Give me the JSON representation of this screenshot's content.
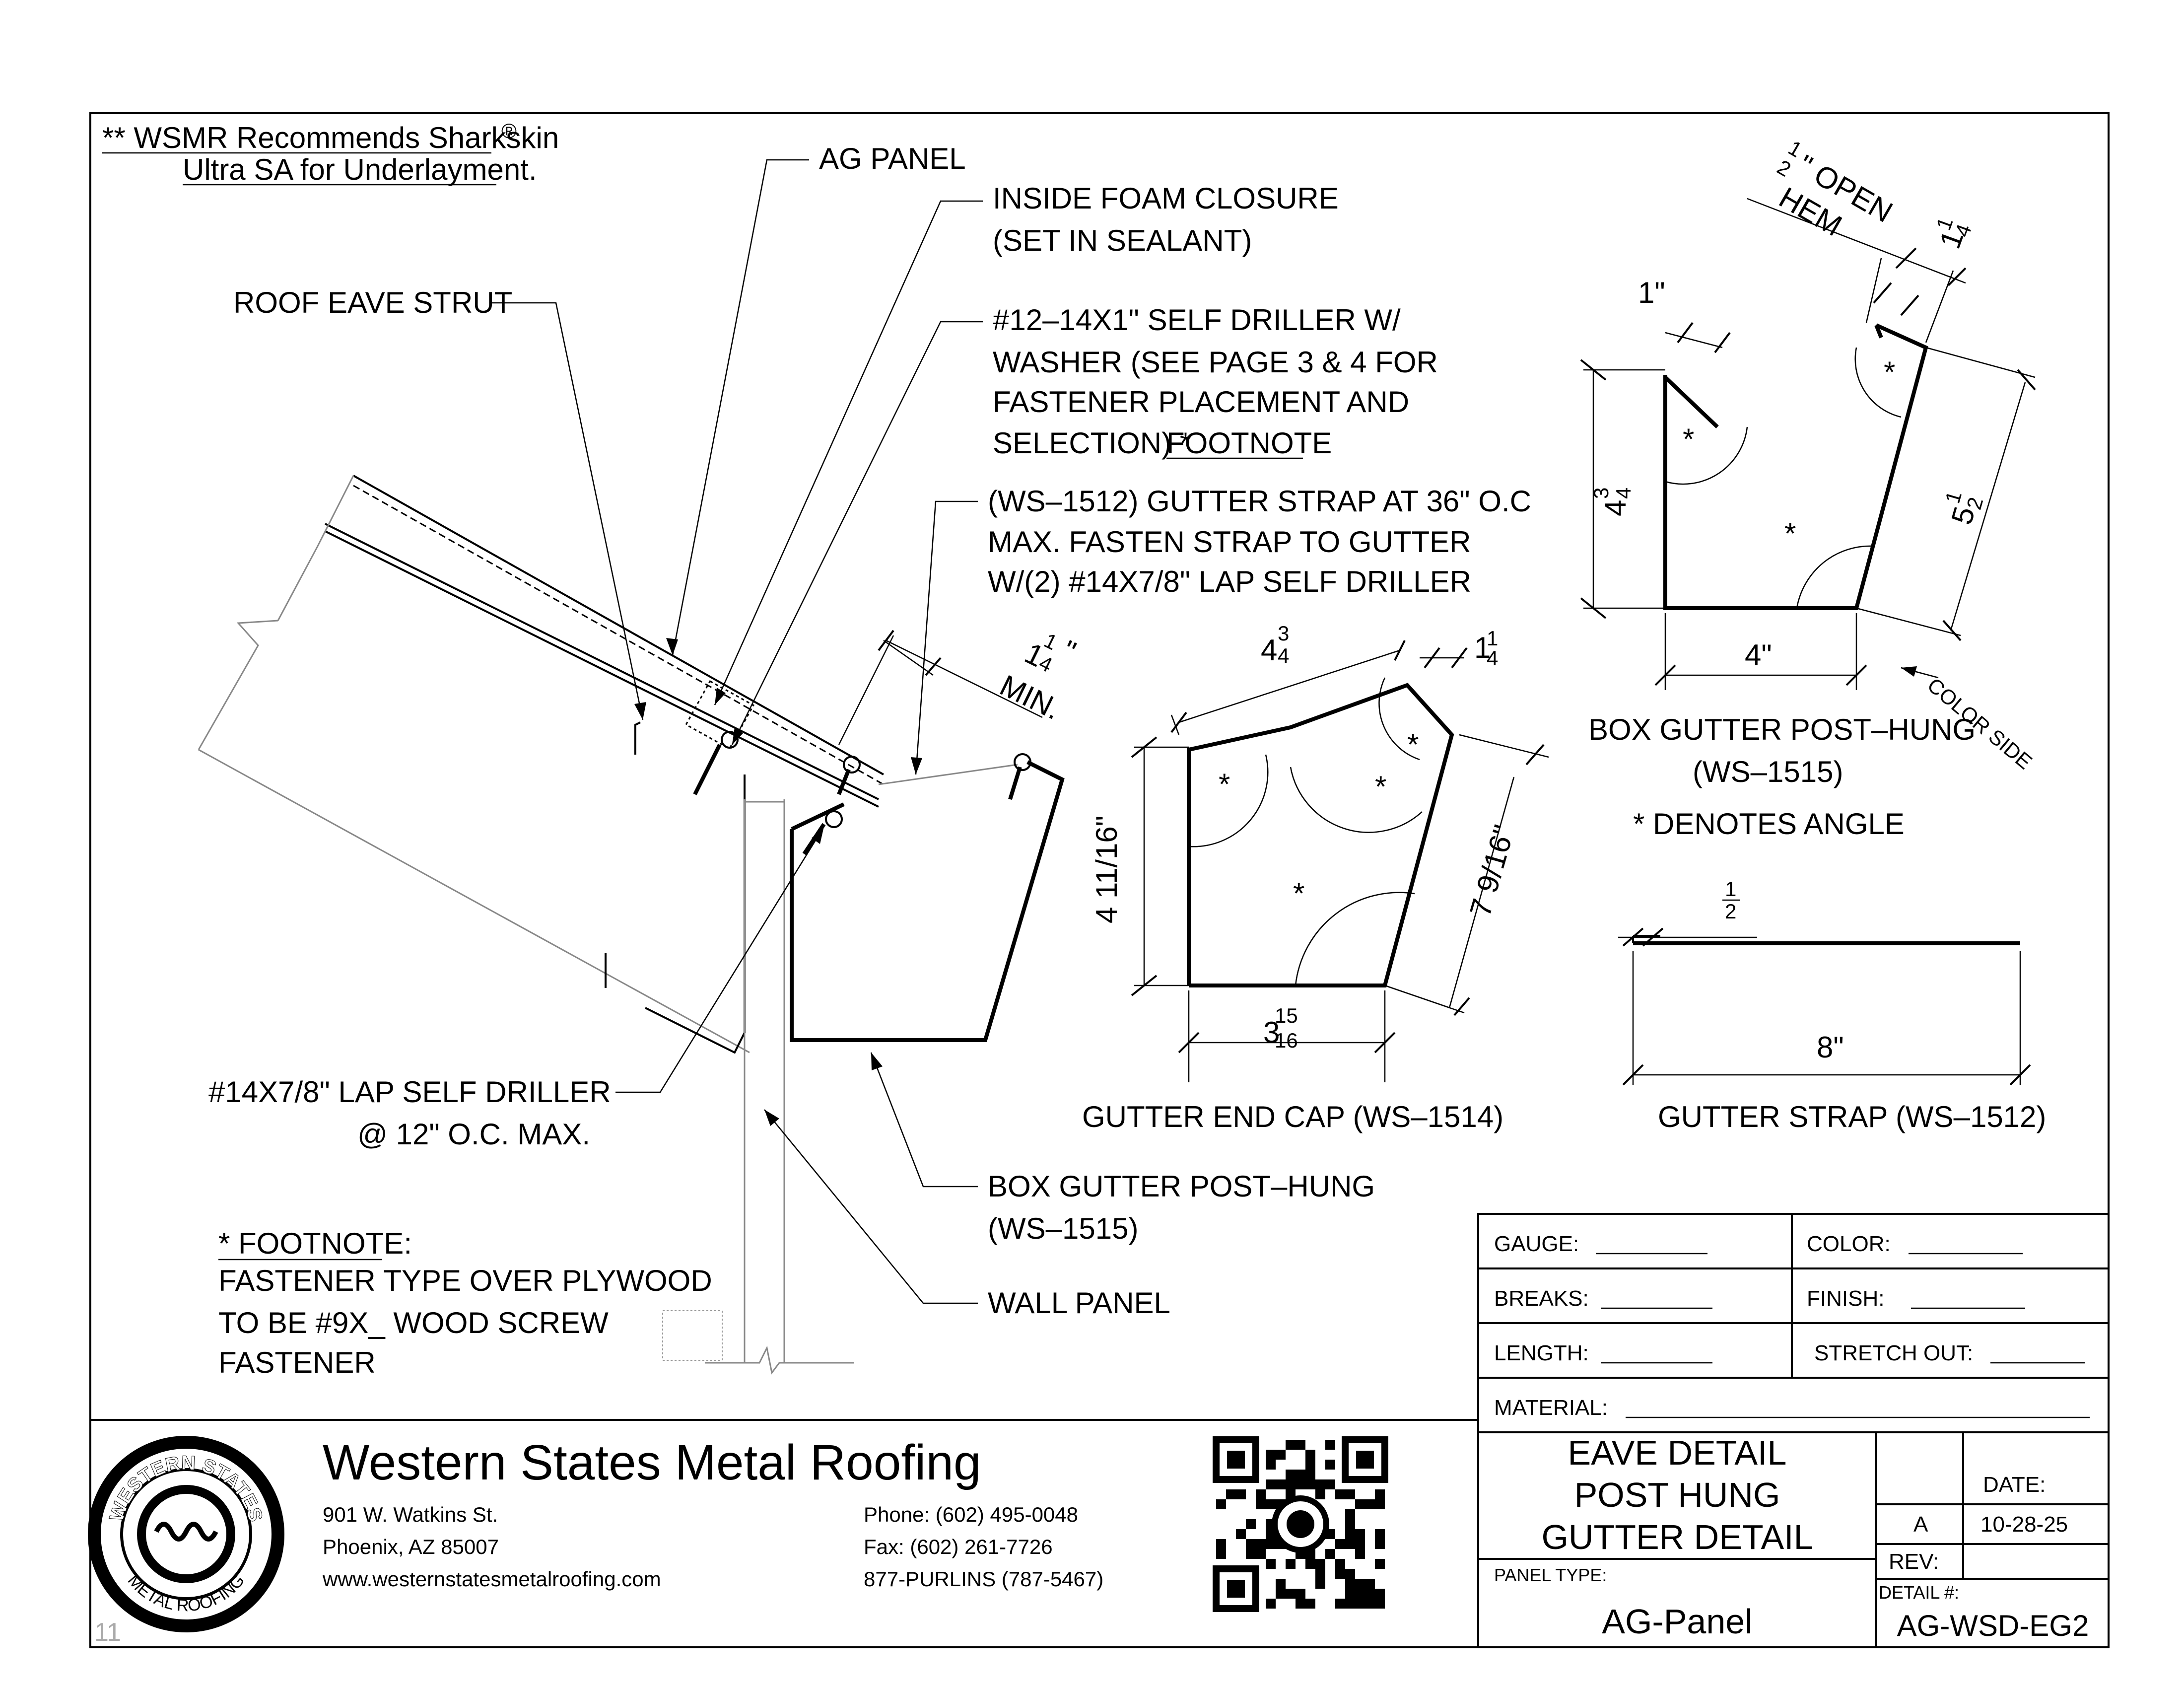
{
  "note": {
    "line1": "** WSMR Recommends Sharkskin",
    "reg": "®",
    "line2": "Ultra SA for Underlayment."
  },
  "eave_labels": {
    "ag_panel": "AG PANEL",
    "foam1": "INSIDE FOAM CLOSURE",
    "foam2": "(SET IN SEALANT)",
    "strut": "ROOF EAVE STRUT",
    "driller1": "#12–14X1\" SELF DRILLER W/",
    "driller2": "WASHER (SEE PAGE 3 & 4 FOR",
    "driller3": "FASTENER PLACEMENT AND",
    "driller4": "SELECTION) *",
    "driller4u": "FOOTNOTE",
    "strap1": "(WS–1512) GUTTER STRAP AT 36\" O.C",
    "strap2": "MAX. FASTEN STRAP TO GUTTER",
    "strap3": "W/(2) #14X7/8\" LAP SELF DRILLER",
    "min_dim_num": "1",
    "min_dim_frac_n": "1",
    "min_dim_frac_d": "4",
    "min_dim_unit": "\"",
    "min_label": "MIN.",
    "lap1": "#14X7/8\" LAP SELF DRILLER",
    "lap2": "@ 12\" O.C. MAX.",
    "box1": "BOX GUTTER POST–HUNG",
    "box2": "(WS–1515)",
    "wall": "WALL PANEL"
  },
  "footnote": {
    "title": "* FOOTNOTE:",
    "line1": "FASTENER TYPE OVER PLYWOOD",
    "line2": "TO BE #9X_ WOOD SCREW",
    "line3": "FASTENER"
  },
  "end_cap": {
    "top": "4",
    "top_n": "3",
    "top_d": "4",
    "right_top": "1",
    "right_top_n": "1",
    "right_top_d": "4",
    "left": "4 11/16\"",
    "right": "7 9/16\"",
    "bottom": "3",
    "bottom_n": "15",
    "bottom_d": "16",
    "star": "*",
    "label": "GUTTER END CAP (WS–1514)"
  },
  "box_gutter": {
    "hem_n": "1",
    "hem_d": "2",
    "hem_1": "\" OPEN",
    "hem_2": "HEM",
    "top_right": "1",
    "top_right_n": "1",
    "top_right_d": "4",
    "one": "1\"",
    "left": "4",
    "left_n": "3",
    "left_d": "4",
    "right": "5",
    "right_n": "1",
    "right_d": "2",
    "bottom": "4\"",
    "color_side": "COLOR SIDE",
    "label1": "BOX GUTTER POST–HUNG",
    "label2": "(WS–1515)",
    "denotes": "* DENOTES ANGLE",
    "star": "*"
  },
  "strap": {
    "half_n": "1",
    "half_d": "2",
    "len": "8\"",
    "label": "GUTTER STRAP (WS–1512)"
  },
  "spec": {
    "gauge": "GAUGE:",
    "color": "COLOR:",
    "breaks": "BREAKS:",
    "finish": "FINISH:",
    "length": "LENGTH:",
    "stretch": "STRETCH OUT:",
    "material": "MATERIAL:"
  },
  "company": {
    "name": "Western States Metal Roofing",
    "addr1": "901 W. Watkins St.",
    "addr2": "Phoenix, AZ 85007",
    "web": "www.westernstatesmetalroofing.com",
    "phone": "Phone: (602) 495-0048",
    "fax": "Fax: (602) 261-7726",
    "purlins": "877-PURLINS (787-5467)",
    "logo_top": "WESTERN STATES",
    "logo_bottom": "METAL ROOFING"
  },
  "title_block": {
    "t1": "EAVE DETAIL",
    "t2": "POST HUNG",
    "t3": "GUTTER DETAIL",
    "panel_type_label": "PANEL TYPE:",
    "panel_type": "AG-Panel",
    "date_label": "DATE:",
    "rev_letter": "A",
    "date": "10-28-25",
    "rev_label": "REV:",
    "detail_label": "DETAIL #:",
    "detail": "AG-WSD-EG2"
  },
  "page_number": "11",
  "colors": {
    "line": "#000000",
    "grey": "#888888",
    "page_number": "#aaaaaa"
  }
}
